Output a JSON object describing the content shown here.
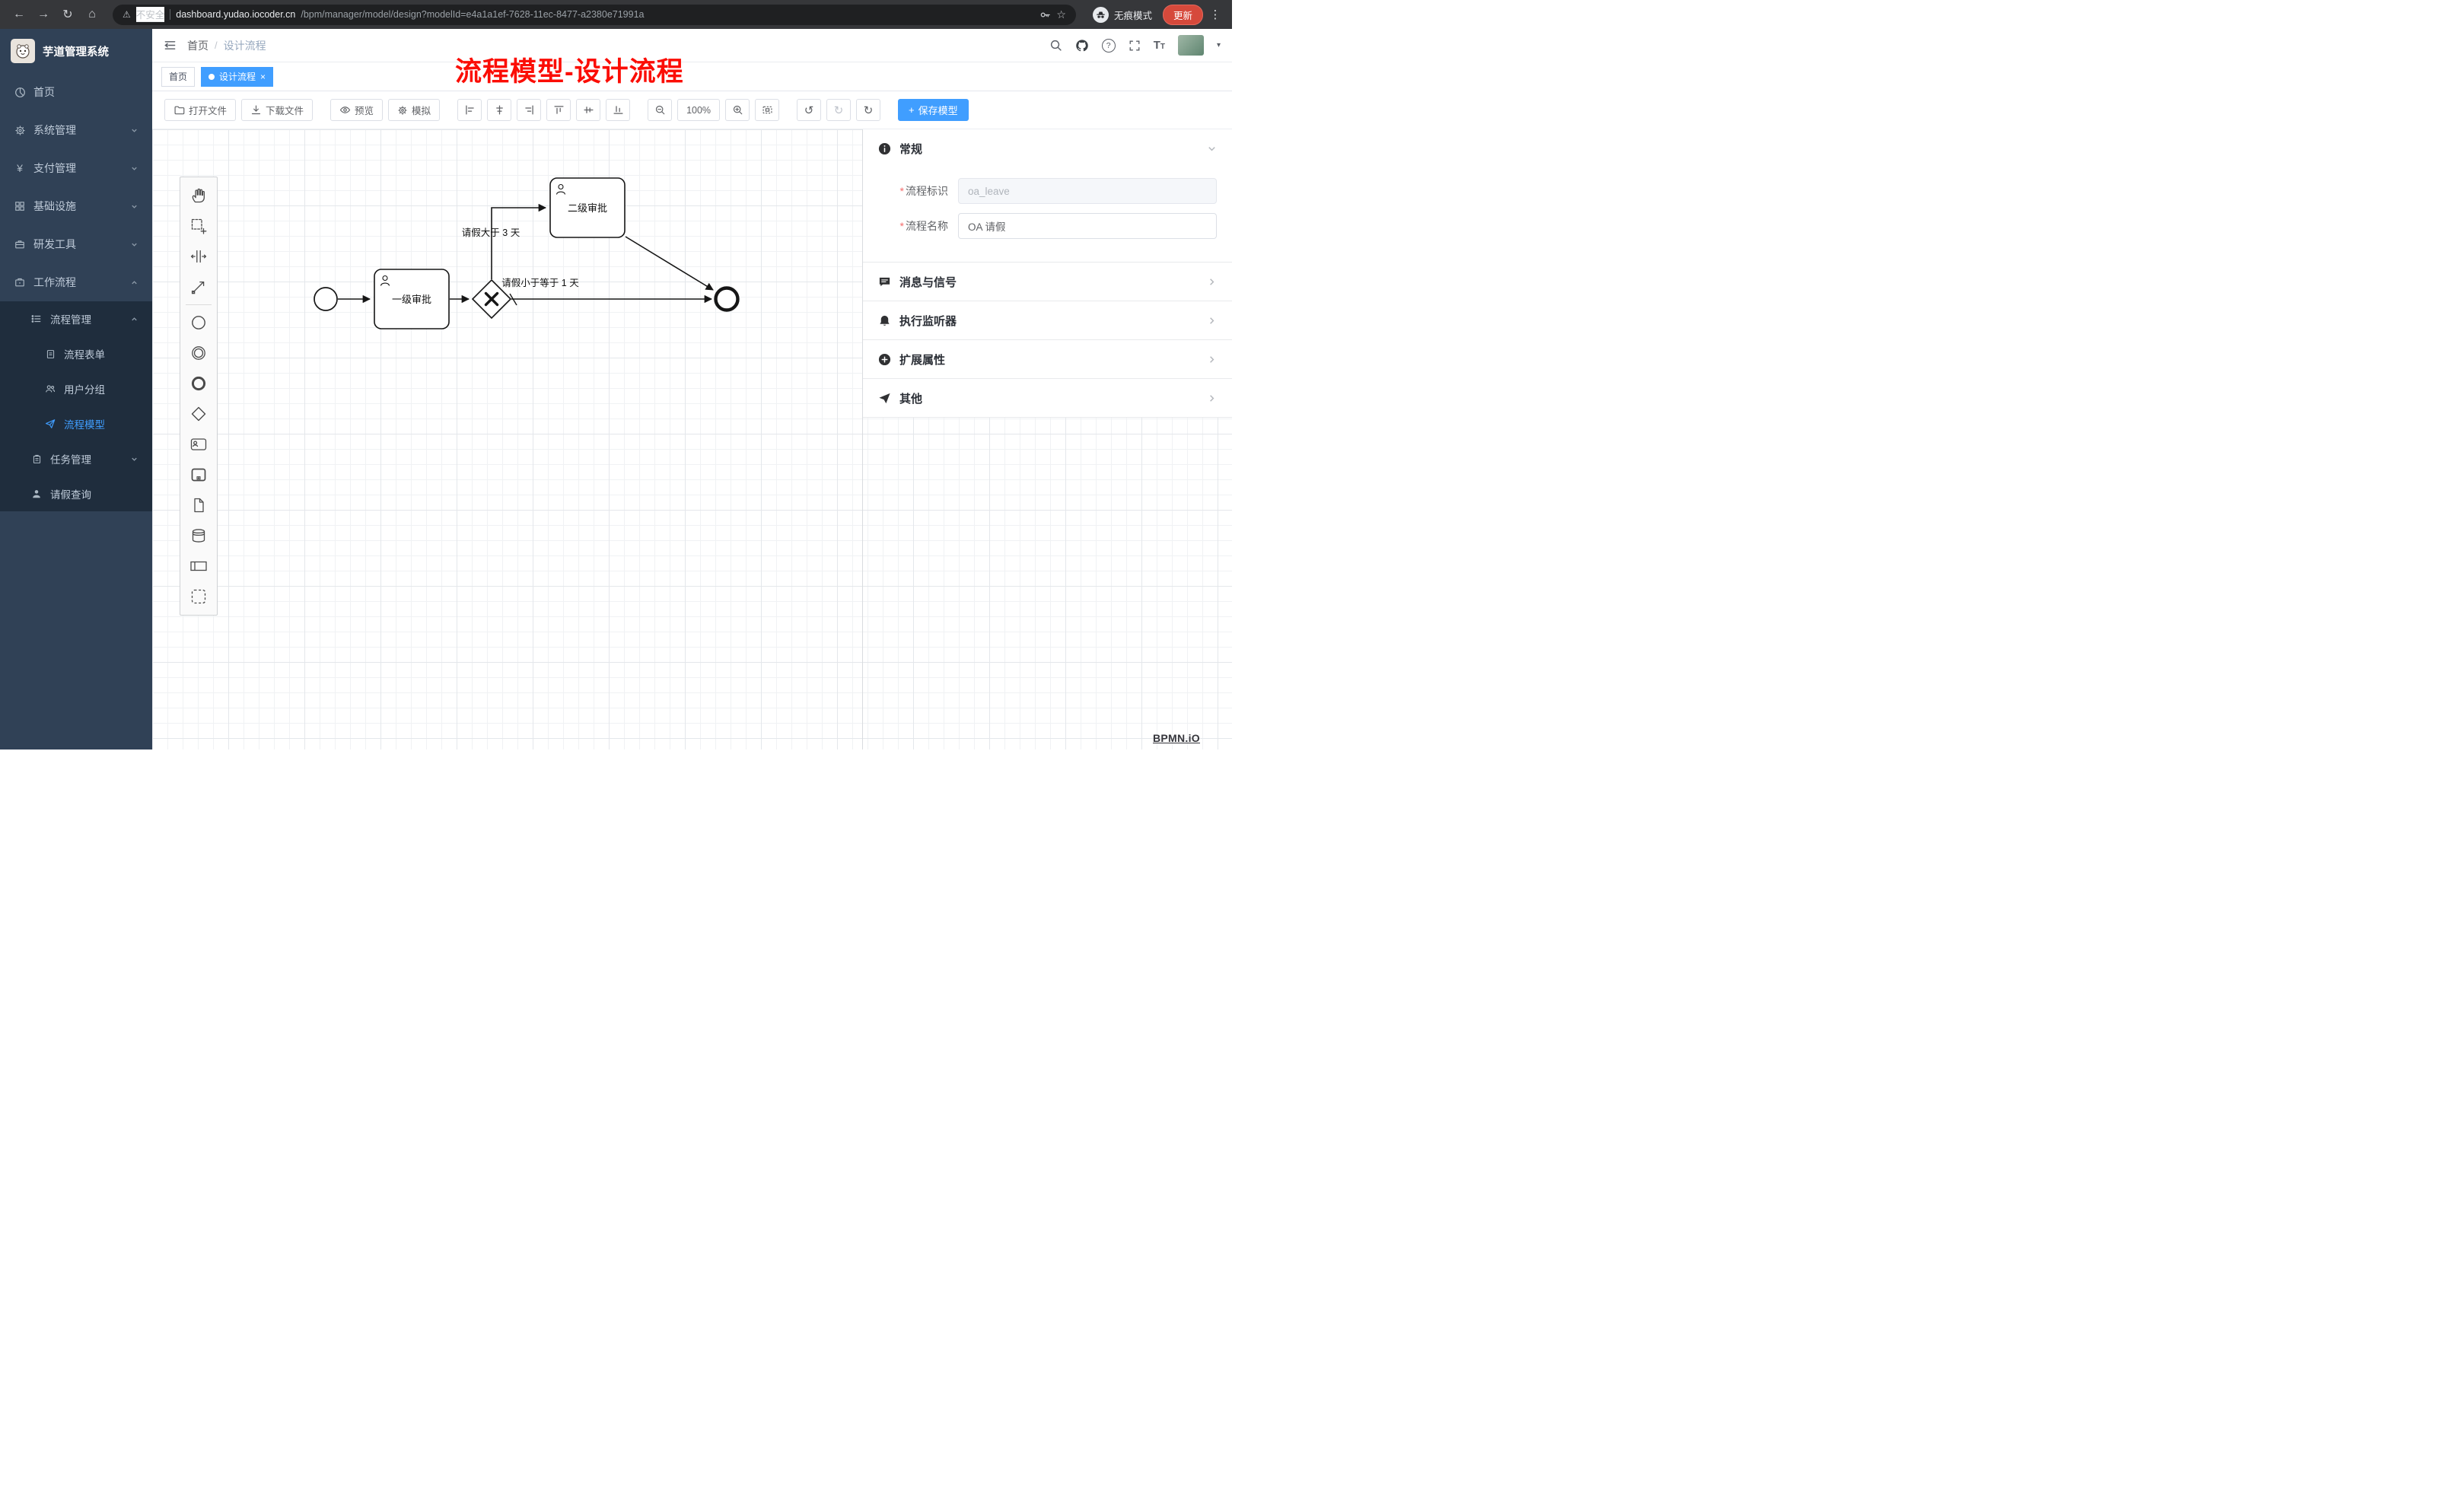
{
  "browser": {
    "back_icon": "←",
    "forward_icon": "→",
    "reload_icon": "↻",
    "home_icon": "⌂",
    "warning_icon": "⚠",
    "security_label": "不安全",
    "url_host": "dashboard.yudao.iocoder.cn",
    "url_path": "/bpm/manager/model/design?modelId=e4a1a1ef-7628-11ec-8477-a2380e71991a",
    "star_icon": "☆",
    "menu_icon": "⋮",
    "incognito_label": "无痕模式",
    "update_label": "更新"
  },
  "sidebar": {
    "logo_title": "芋道管理系统",
    "items": {
      "home": "首页",
      "system": "系统管理",
      "payment": "支付管理",
      "infra": "基础设施",
      "devtools": "研发工具",
      "workflow": "工作流程",
      "process_mgmt": "流程管理",
      "process_form": "流程表单",
      "user_group": "用户分组",
      "process_model": "流程模型",
      "task_mgmt": "任务管理",
      "leave_query": "请假查询"
    }
  },
  "header": {
    "breadcrumb_home": "首页",
    "breadcrumb_sep": "/",
    "breadcrumb_current": "设计流程",
    "help_icon": "?",
    "font_icon_large": "T",
    "font_icon_small": "T",
    "avatar_caret": "▾"
  },
  "annotation": "流程模型-设计流程",
  "tags": {
    "home": "首页",
    "current": "设计流程",
    "close_icon": "×"
  },
  "toolbar": {
    "open_label": "打开文件",
    "download_label": "下载文件",
    "preview_label": "预览",
    "simulate_label": "模拟",
    "zoom_level": "100%",
    "undo_icon": "↺",
    "redo_icon": "↻",
    "reset_icon": "↻",
    "plus_icon": "+",
    "save_label": "保存模型"
  },
  "diagram": {
    "task1_label": "一级审批",
    "task2_label": "二级审批",
    "flow_gt_label": "请假大于 3 天",
    "flow_le_label": "请假小于等于 1 天"
  },
  "properties": {
    "general_title": "常规",
    "required_mark": "*",
    "process_key_label": "流程标识",
    "process_key_value": "oa_leave",
    "process_name_label": "流程名称",
    "process_name_value": "OA 请假",
    "message_title": "消息与信号",
    "listener_title": "执行监听器",
    "ext_title": "扩展属性",
    "other_title": "其他"
  },
  "watermark": "BPMN.iO",
  "colors": {
    "accent": "#409eff",
    "annotation_red": "#fb0d05",
    "sidebar_bg": "#304156",
    "submenu_bg": "#1f2d3d"
  }
}
